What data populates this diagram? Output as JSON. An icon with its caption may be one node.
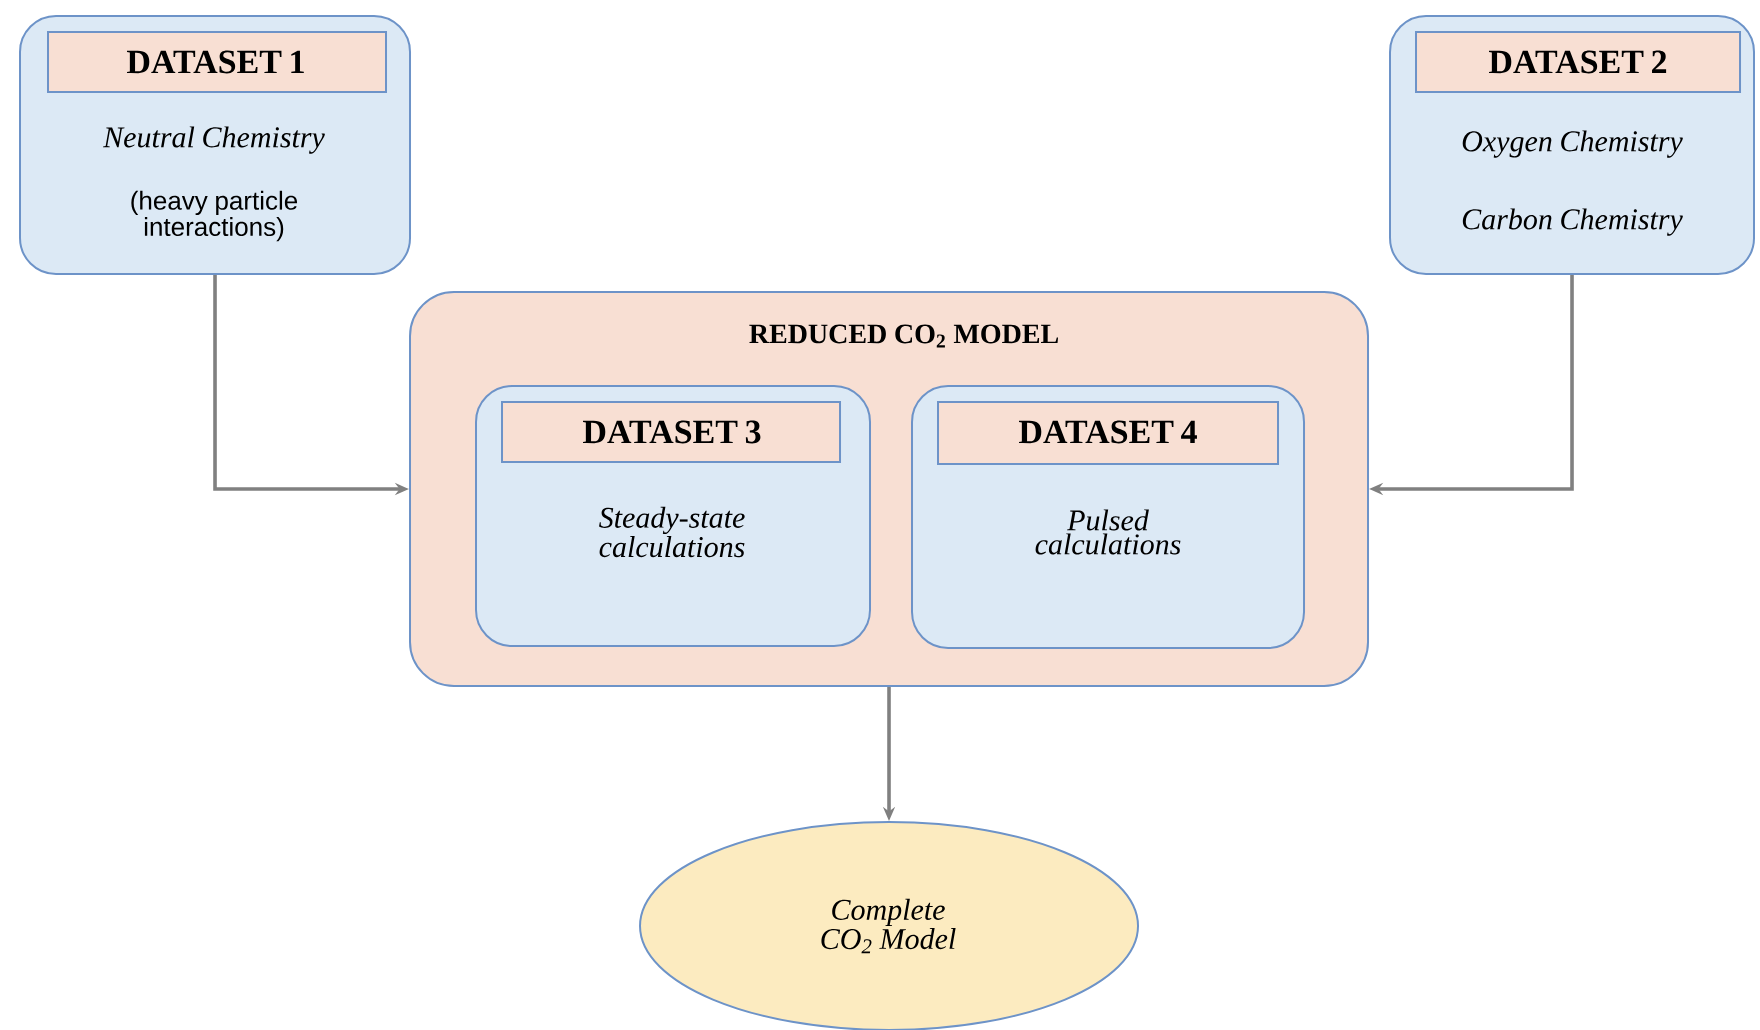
{
  "diagram": {
    "nodes": [
      {
        "text": [
          "Neutral Chemistry",
          "(heavy particle interactions)"
        ]
      },
      {
        "text": [
          "DATASET 1"
        ],
        "in": 0
      },
      {
        "text": [
          "Oxygen Chemistry",
          "Carbon Chemistry"
        ]
      },
      {
        "text": [
          "DATASET 2"
        ],
        "in": 2
      },
      {
        "text": [
          "REDUCED CO$_{2}$ MODEL"
        ]
      },
      {
        "text": [
          "Steady-state calculations"
        ],
        "in": 4
      },
      {
        "text": [
          "DATASET 3"
        ],
        "in": 5
      },
      {
        "text": [
          "Pulsed calculations"
        ],
        "in": 4
      },
      {
        "text": [
          "DATASET 4"
        ],
        "in": 7
      },
      {
        "text": [
          "Complete CO$_{2}$ Model"
        ]
      }
    ],
    "edges": [
      {
        "from": 0,
        "to": 4,
        "arrow": "to"
      },
      {
        "from": 2,
        "to": 4,
        "arrow": "to"
      },
      {
        "from": 4,
        "to": 9,
        "arrow": "to"
      }
    ]
  }
}
